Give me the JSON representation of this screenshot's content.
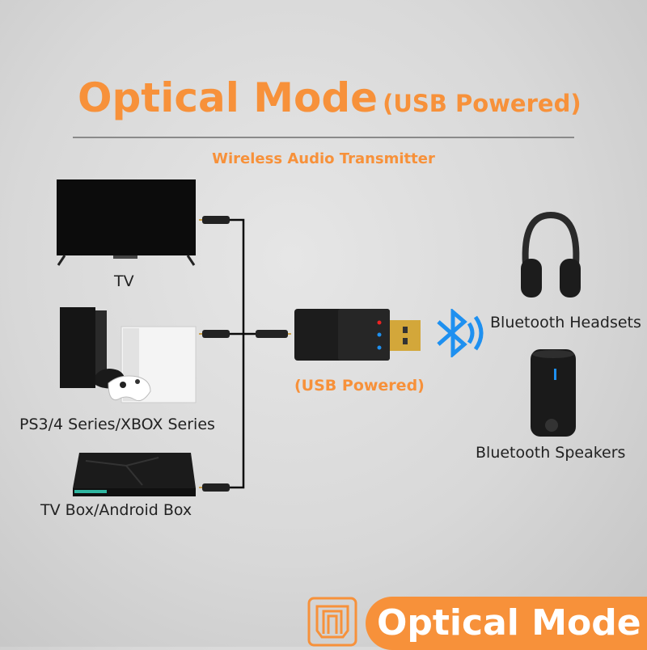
{
  "header": {
    "title": "Optical Mode",
    "title_suffix": "(USB Powered)",
    "subtitle": "Wireless Audio Transmitter"
  },
  "sources": [
    {
      "label": "TV",
      "icon": "tv-icon"
    },
    {
      "label": "PS3/4 Series/XBOX Series",
      "icon": "game-console-icon"
    },
    {
      "label": "TV Box/Android Box",
      "icon": "tv-box-icon"
    }
  ],
  "transmitter": {
    "label": "(USB Powered)"
  },
  "outputs": [
    {
      "label": "Bluetooth Headsets",
      "icon": "headphones-icon"
    },
    {
      "label": "Bluetooth Speakers",
      "icon": "speaker-icon"
    }
  ],
  "footer": {
    "badge": "Optical Mode",
    "icon": "optical-port-icon"
  },
  "colors": {
    "accent": "#f7913a",
    "bluetooth": "#1e90f0"
  }
}
